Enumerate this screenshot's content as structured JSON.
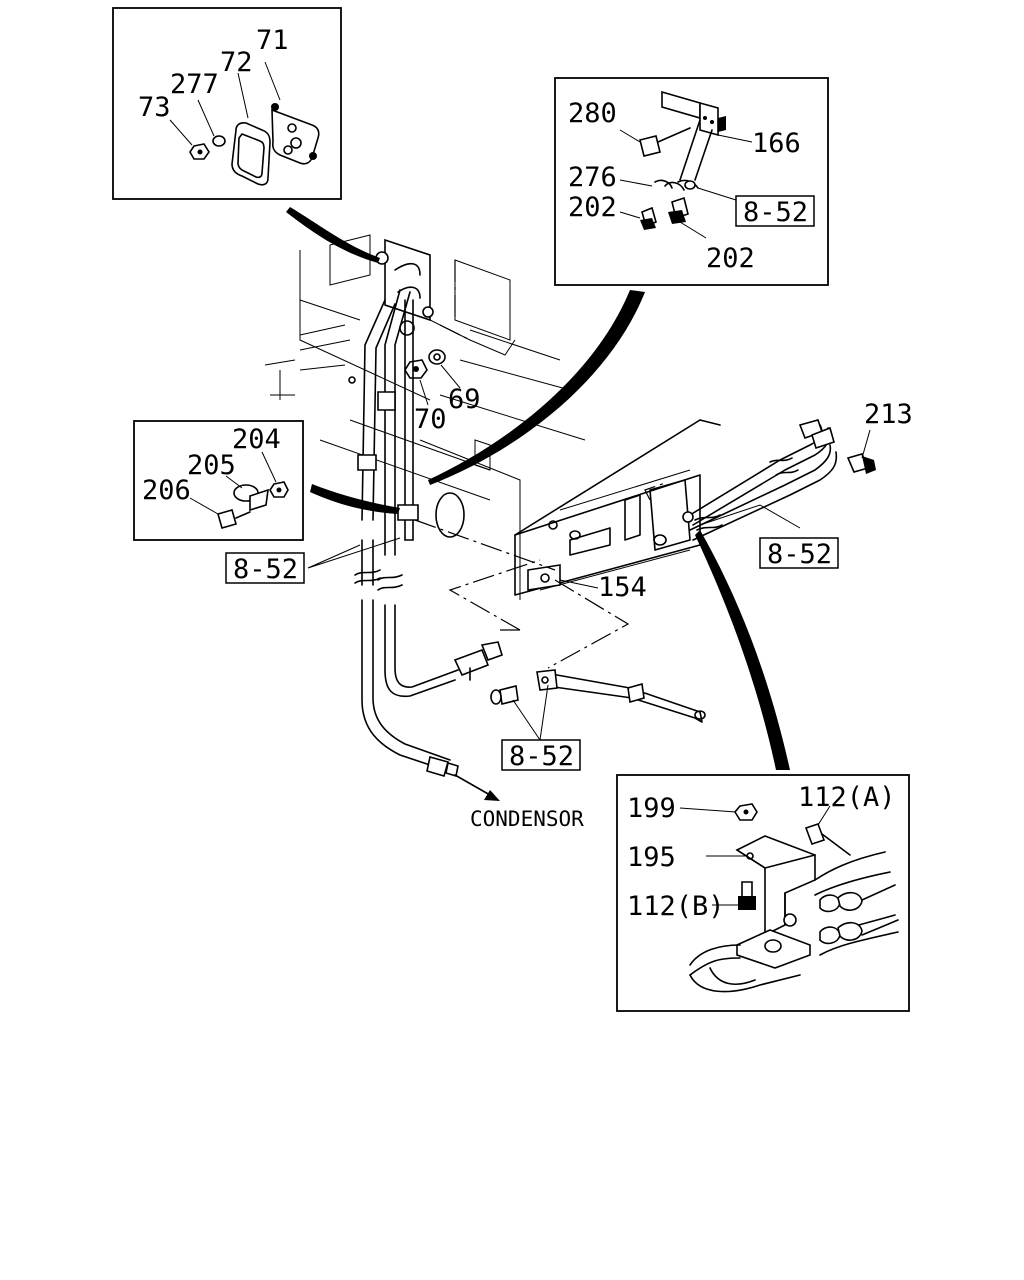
{
  "inset_gasket": {
    "labels": [
      "71",
      "72",
      "277",
      "73"
    ]
  },
  "inset_bracket": {
    "labels": [
      "280",
      "166",
      "276",
      "202",
      "202"
    ],
    "ref": "8-52"
  },
  "inset_clip": {
    "labels": [
      "204",
      "205",
      "206"
    ]
  },
  "inset_mount": {
    "labels": [
      "199",
      "112(A)",
      "195",
      "112(B)"
    ]
  },
  "main": {
    "labels": {
      "p69": "69",
      "p70": "70",
      "p213": "213",
      "p154": "154"
    },
    "refs": [
      "8-52",
      "8-52",
      "8-52"
    ],
    "condensor": "CONDENSOR"
  }
}
